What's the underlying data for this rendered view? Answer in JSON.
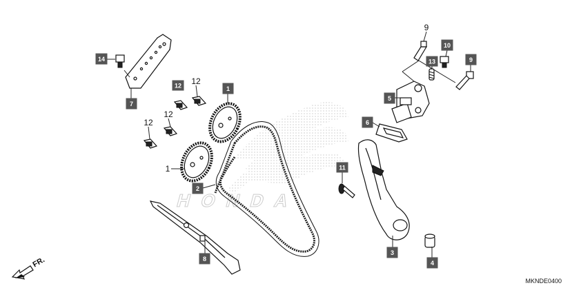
{
  "diagram_code": "MKNDE0400",
  "direction_label": "FR.",
  "watermark": "HONDA",
  "callouts": {
    "c1_top": "1",
    "c1_side": "1",
    "c2": "2",
    "c3": "3",
    "c4": "4",
    "c5": "5",
    "c6": "6",
    "c7": "7",
    "c8": "8",
    "c9_top": "9",
    "c9_side": "9",
    "c10": "10",
    "c11": "11",
    "c12_a": "12",
    "c12_b": "12",
    "c12_c": "12",
    "c12_d": "12",
    "c13": "13",
    "c14": "14"
  }
}
